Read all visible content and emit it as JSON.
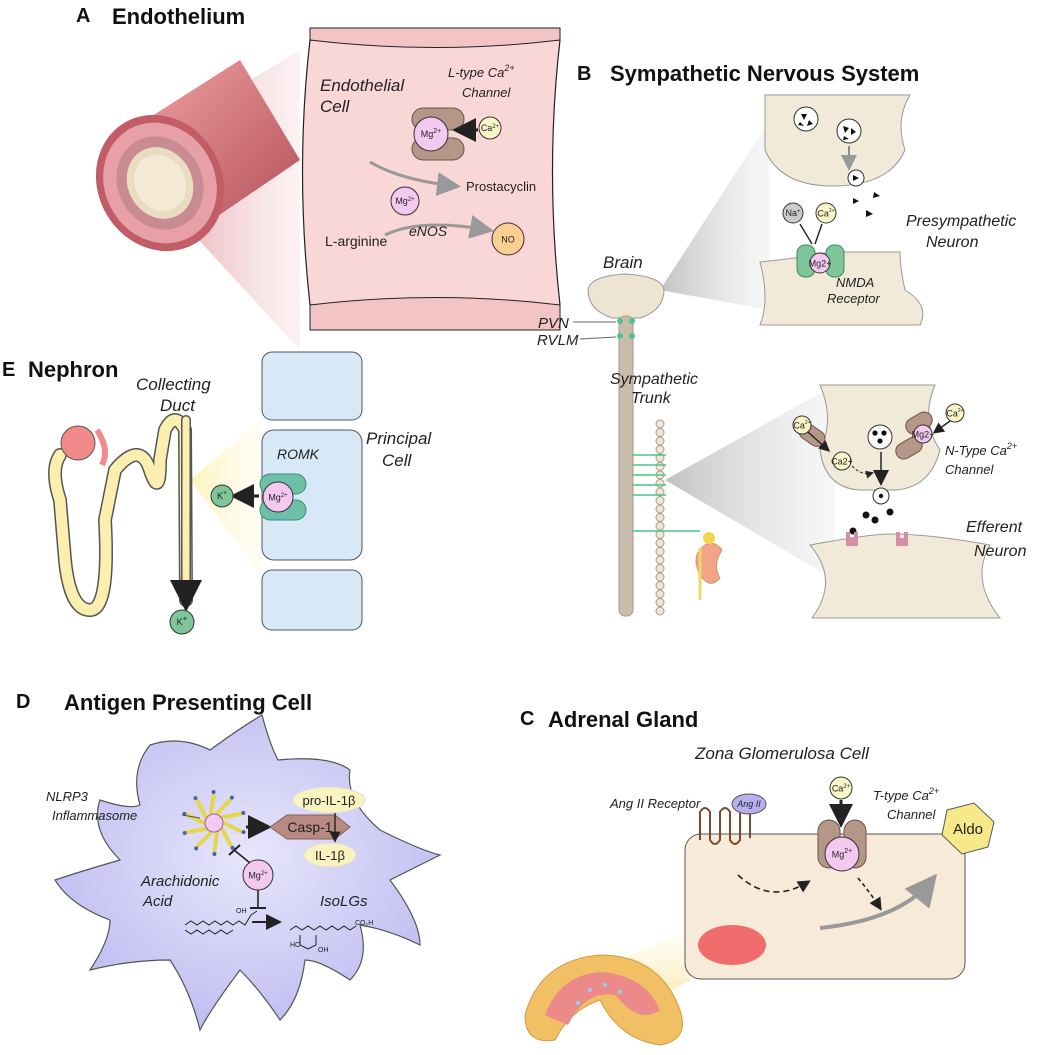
{
  "panel_a": {
    "letter": "A",
    "title": "Endothelium",
    "cell_label_1": "Endothelial",
    "cell_label_2": "Cell",
    "channel_label_1": "L-type Ca",
    "channel_label_sup": "2+",
    "channel_label_2": "Channel",
    "mg_ion": "Mg",
    "mg_sup": "2+",
    "ca_ion": "Ca",
    "ca_sup": "2+",
    "prostacyclin": "Prostacyclin",
    "larginine": "L-arginine",
    "enos": "eNOS",
    "no": "NO"
  },
  "panel_b": {
    "letter": "B",
    "title": "Sympathetic Nervous System",
    "brain": "Brain",
    "pvn": "PVN",
    "rvlm": "RVLM",
    "trunk_1": "Sympathetic",
    "trunk_2": "Trunk",
    "presympathetic_1": "Presympathetic",
    "presympathetic_2": "Neuron",
    "nmda_1": "NMDA",
    "nmda_2": "Receptor",
    "na_ion": "Na",
    "na_sup": "+",
    "ntype_1": "N-Type Ca",
    "ntype_sup": "2+",
    "ntype_2": "Channel",
    "efferent_1": "Efferent",
    "efferent_2": "Neuron"
  },
  "panel_e": {
    "letter": "E",
    "title": "Nephron",
    "duct_1": "Collecting",
    "duct_2": "Duct",
    "principal_1": "Principal",
    "principal_2": "Cell",
    "romk": "ROMK",
    "k_ion": "K",
    "k_sup": "+"
  },
  "panel_d": {
    "letter": "D",
    "title": "Antigen Presenting Cell",
    "nlrp3_1": "NLRP3",
    "nlrp3_2": "Inflammasome",
    "pro_il": "pro-IL-1β",
    "casp": "Casp-1",
    "il": "IL-1β",
    "arach_1": "Arachidonic",
    "arach_2": "Acid",
    "isolgs": "IsoLGs"
  },
  "panel_c": {
    "letter": "C",
    "title": "Adrenal Gland",
    "zona": "Zona Glomerulosa Cell",
    "angii_receptor": "Ang II Receptor",
    "angii": "Ang II",
    "ttype_1": "T-type Ca",
    "ttype_sup": "2+",
    "ttype_2": "Channel",
    "aldo": "Aldo"
  },
  "colors": {
    "mg_fill": "#f3c9f0",
    "ca_fill": "#fbf6c8",
    "channel_brown": "#b49787",
    "nmda_green": "#7fc59a",
    "romk_teal": "#6dbfa8",
    "neuron_cream": "#f1ead8",
    "endothelium_pink": "#f9d7d7",
    "principal_blue": "#d7e8f7",
    "apc_lavender": "#cfcdf2",
    "adrenal_cell": "#f8ead8"
  }
}
